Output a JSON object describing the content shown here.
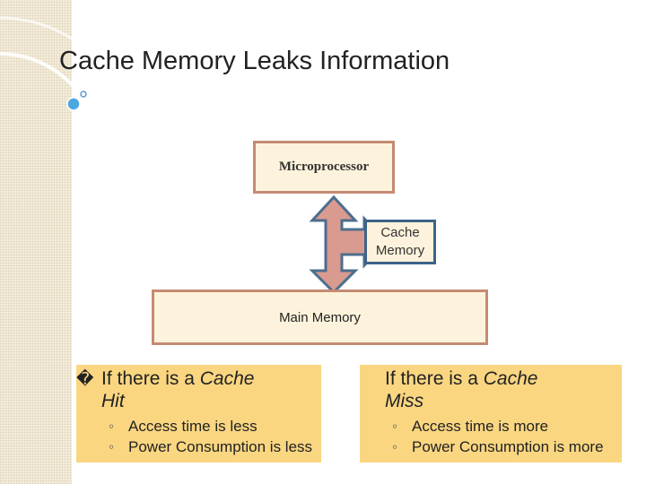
{
  "slide": {
    "title": "Cache Memory Leaks Information"
  },
  "diagram": {
    "microprocessor_label": "Microprocessor",
    "cache_label_line1": "Cache",
    "cache_label_line2": "Memory",
    "main_memory_label": "Main Memory",
    "colors": {
      "box_fill": "#fdf3dc",
      "box_border": "#c58a73",
      "cache_border": "#3d6389",
      "arrow_fill": "#d99b90",
      "arrow_stroke": "#4c6e8e",
      "panel_fill": "#fad681"
    }
  },
  "left_panel": {
    "bullet_glyph": "�",
    "heading_prefix": "If there is a ",
    "heading_emph_1": "Cache",
    "heading_emph_2": "Hit",
    "sub_bullet_glyph": "◦",
    "items": [
      "Access time is less",
      "Power Consumption is less"
    ]
  },
  "right_panel": {
    "bullet_glyph": "",
    "heading_prefix": "If there is a ",
    "heading_emph_1": "Cache",
    "heading_emph_2": "Miss",
    "sub_bullet_glyph": "◦",
    "items": [
      "Access time is more",
      "Power Consumption is more"
    ]
  }
}
